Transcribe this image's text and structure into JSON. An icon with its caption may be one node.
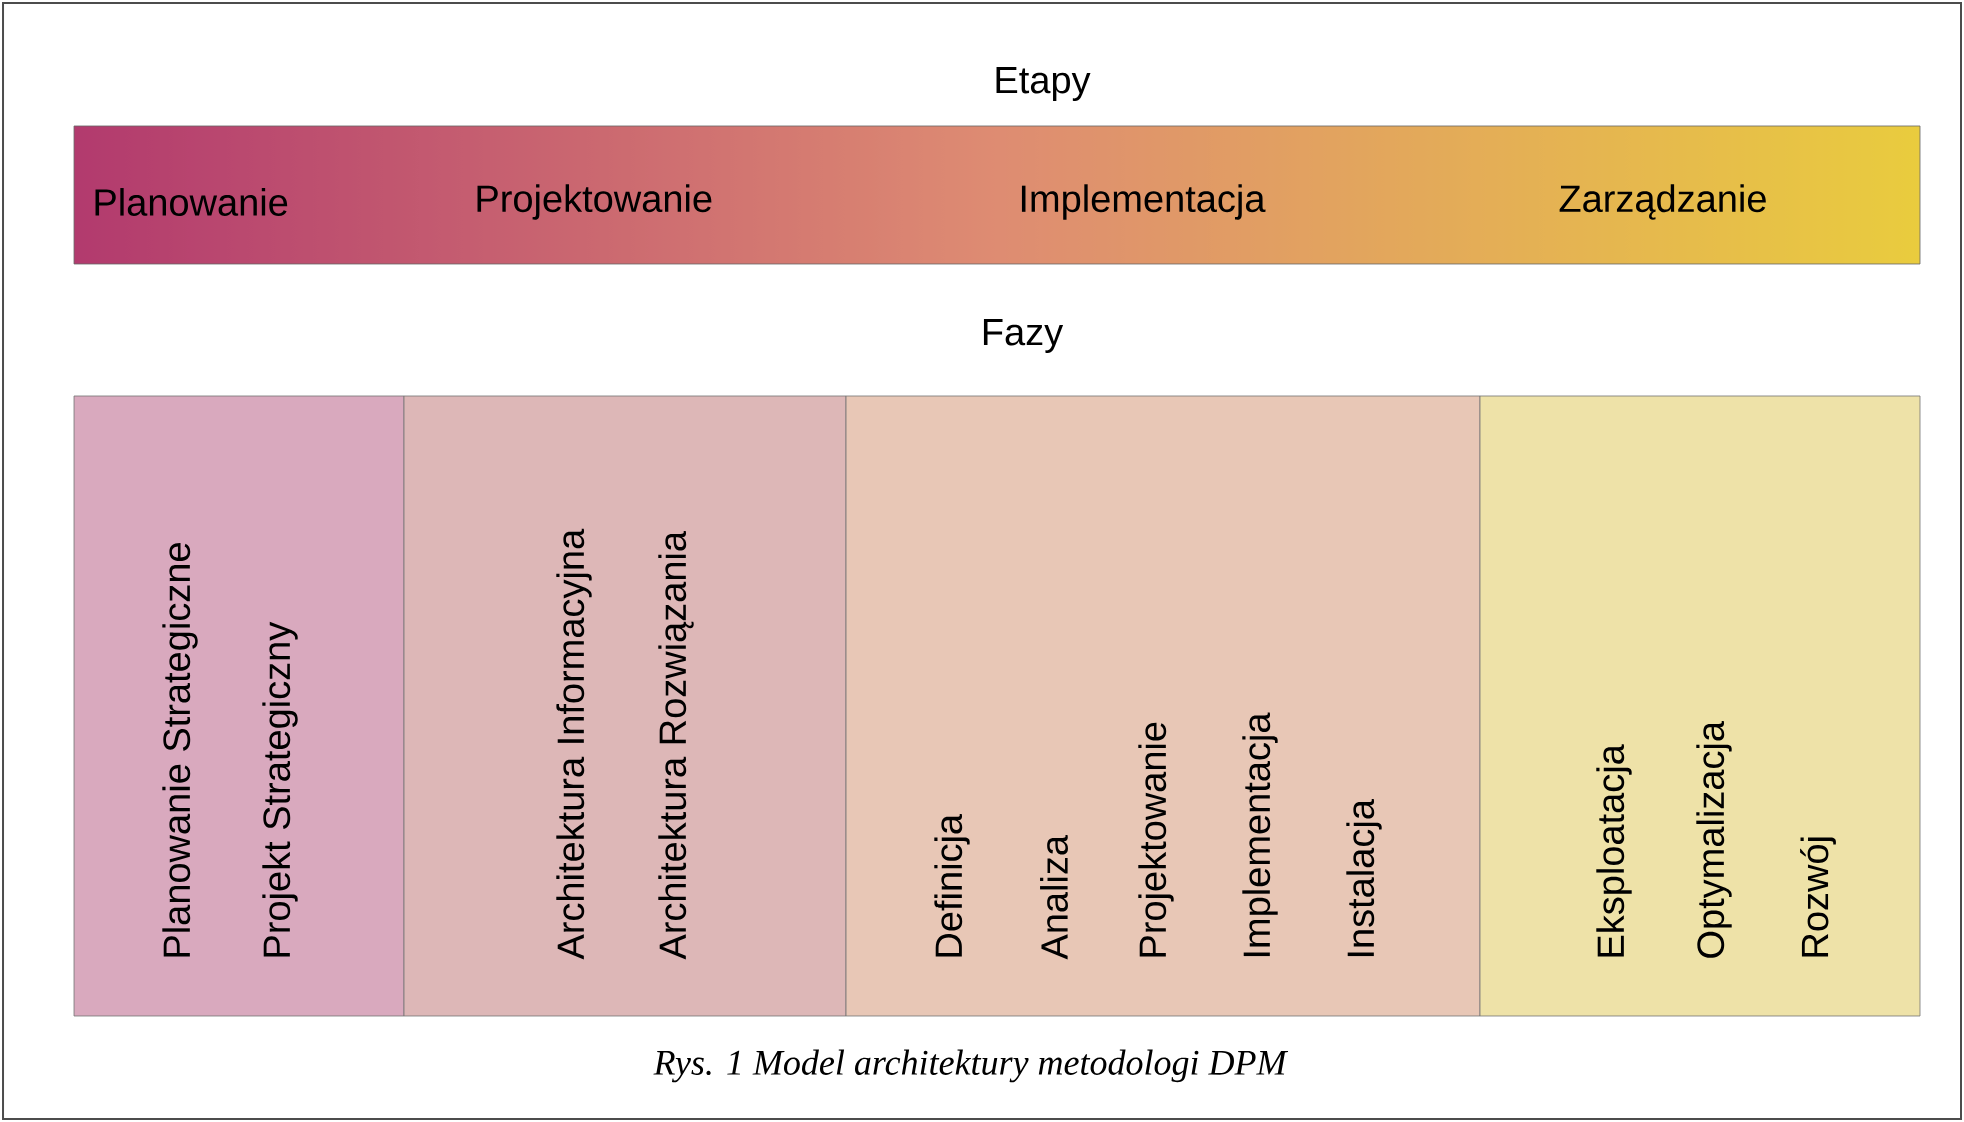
{
  "diagram": {
    "caption": "Rys. 1 Model architektury metodologi DPM",
    "nodes": [
      {
        "text": [
          "Planowanie",
          "Projektowanie",
          "Implementacja",
          "Zarządzanie"
        ]
      },
      {
        "text": [
          "Planowanie Strategiczne",
          "Projekt Strategiczny"
        ]
      },
      {
        "text": [
          "Architektura Informacyjna",
          "Architektura Rozwiązania"
        ]
      },
      {
        "text": [
          "Definicja",
          "Analiza",
          "Projektowanie",
          "Implementacja",
          "Instalacja"
        ]
      },
      {
        "text": [
          "Eksploatacja",
          "Optymalizacja",
          "Rozwój"
        ]
      }
    ],
    "labels": [
      "Etapy",
      "Fazy"
    ]
  }
}
